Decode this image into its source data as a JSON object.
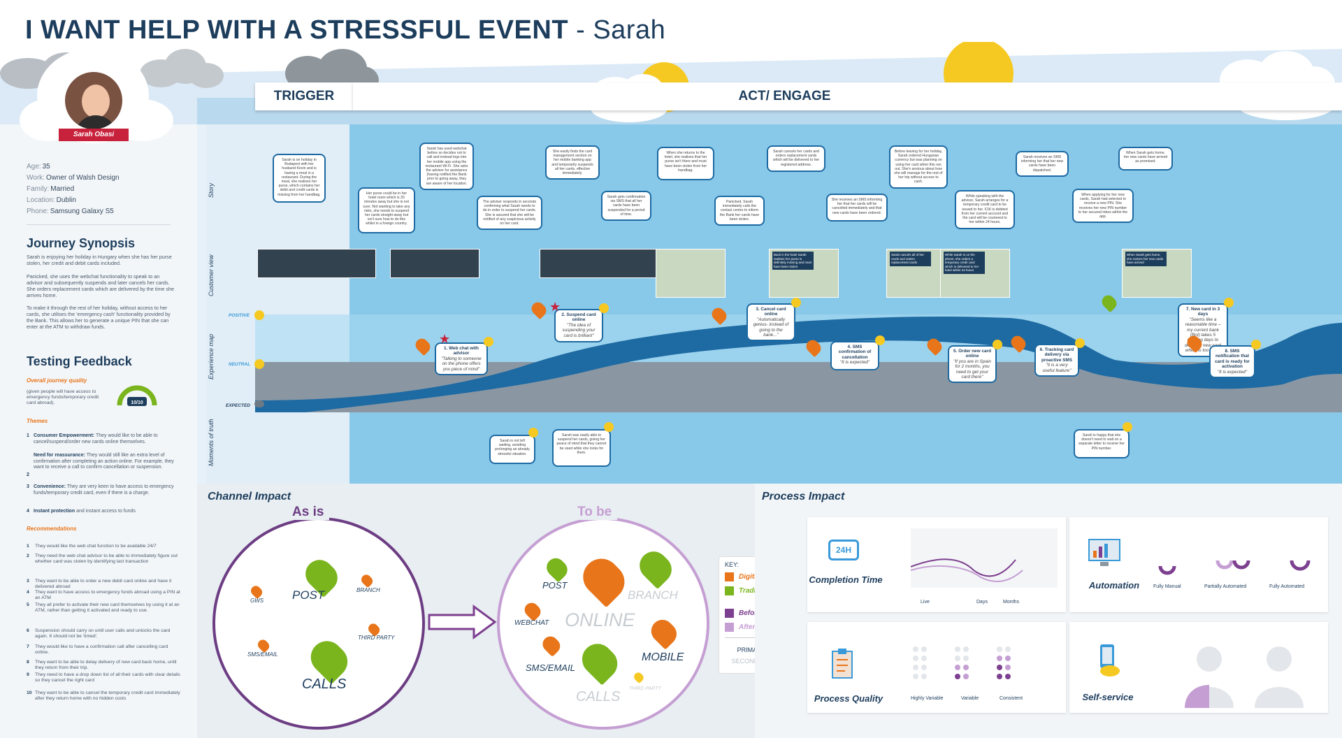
{
  "title": {
    "main": "I WANT HELP WITH A STRESSFUL EVENT",
    "suffix": " - Sarah"
  },
  "persona": {
    "name": "Sarah Obasi",
    "fields": [
      {
        "k": "Age:",
        "v": "35"
      },
      {
        "k": "Work:",
        "v": "Owner of Walsh Design"
      },
      {
        "k": "Family:",
        "v": "Married"
      },
      {
        "k": "Location:",
        "v": "Dublin"
      },
      {
        "k": "Phone:",
        "v": "Samsung Galaxy S5"
      }
    ]
  },
  "synopsis": {
    "title": "Journey Synopsis",
    "p1": "Sarah is enjoying her holiday in Hungary when she has her purse stolen, her credit and debit cards included.",
    "p2": "Panicked, she uses the webchat functionality to speak to an advisor and subsequently suspends and later cancels her cards. She orders replacement cards which are delivered by the time she arrives home.",
    "p3": "To make it through the rest of her holiday, without access to her cards, she utilises the 'emergency cash' functionality provided by the Bank. This allows her to generate a unique PIN that she can enter at the ATM to withdraw funds."
  },
  "feedback": {
    "title": "Testing Feedback",
    "quality_label": "Overall journey quality",
    "quality_note": "(given people will have access to emergency funds/temporary credit card abroad).",
    "score": "10/10",
    "themes_label": "Themes",
    "themes": [
      {
        "n": "1",
        "b": "Consumer Empowerment:",
        "t": " They would like to be able to cancel/suspend/order new cards online themselves."
      },
      {
        "n": "",
        "b": "Need for reassurance:",
        "t": " They would still like an extra level of confirmation  after completing an action online. For example, they want to receive a call to confirm cancellation or suspension."
      },
      {
        "n": "2",
        "b": "",
        "t": ""
      },
      {
        "n": "3",
        "b": "Convenience:",
        "t": " They are very keen to have access to emergency funds/temporary credit card, even if there is a charge."
      },
      {
        "n": "4",
        "b": "Instant protection",
        "t": " and instant access to funds"
      }
    ],
    "rec_label": "Recommendations",
    "recs": [
      {
        "n": "1",
        "t": "They would like the web chat function to be available 24/7"
      },
      {
        "n": "2",
        "t": "They need the web chat advisor to be able to immediately figure out whether card was stolen by identifying last transaction"
      },
      {
        "n": "3",
        "t": "They want to be able to order a new debit card online and have it delivered abroad"
      },
      {
        "n": "4",
        "t": "They want to have access to emergency funds abroad using a PIN at an ATM"
      },
      {
        "n": "5",
        "t": "They all prefer to activate their  new card themselves by using it at an ATM, rather than getting it activated and ready to use."
      },
      {
        "n": "6",
        "t": "Suspension should carry on until user calls and unlocks the card again. It should not be 'timed'."
      },
      {
        "n": "7",
        "t": "They would like to have a confirmation call after cancelling card online."
      },
      {
        "n": "8",
        "t": "They want to be able to delay delivery of new card back home, until they return from their trip."
      },
      {
        "n": "9",
        "t": "They need to have a drop down list of all their cards with clear details so they cancel the right card"
      },
      {
        "n": "10",
        "t": "They want to be able to cancel the temporary credit card immediately after they return home with no hidden costs"
      }
    ]
  },
  "stages": {
    "trigger": "TRIGGER",
    "act": "ACT/ ENGAGE"
  },
  "rows": {
    "story": "Story",
    "customer": "Customer view",
    "experience": "Experience map",
    "moments": "Moments of truth"
  },
  "levels": {
    "positive": "POSITIVE",
    "neutral": "NEUTRAL",
    "expected": "EXPECTED"
  },
  "stories": [
    "Sarah is on holiday in Budapest with her husband Kevin and is having a meal in a restaurant. During the meal, she realises her purse, which contains her debit and credit cards is missing from her handbag.",
    "Her purse could be in her hotel room which is 20 minutes away but she is not sure. Not wanting to take any risks, she needs to suspend her cards straight away but isn't sure how to do this whilst in a foreign country.",
    "Sarah has used webchat before so decides not to call and instead logs into her mobile app using the restaurant Wi-Fi. She asks the advisor for assistance (having notified the Bank prior to going away, they are aware of her location.",
    "The advisor responds in seconds confirming what Sarah needs to do in order to suspend her cards. She is assured that she will be notified of any suspicious activity on her card.",
    "She easily finds the card management section on her mobile banking app and temporarily suspends all her cards, effective immediately.",
    "Sarah gets confirmation via SMS that all her cards have been suspended for a period of time.",
    "When she returns to the hotel, she realises that her purse isn't there and must have been stolen from her handbag.",
    "Panicked, Sarah immediately calls the contact centre to inform the Bank her cards have been stolen.",
    "Sarah cancels her cards and orders replacement cards which will be delivered to her registered address.",
    "She receives an SMS informing her that her cards will be cancelled immediately and that new cards have been ordered.",
    "Before leaving for her holiday, Sarah ordered Hungarian currency but was planning on using her card when this ran out. She's anxious about how she will manage for the rest of her trip without access to cash.",
    "While speaking with the advisor, Sarah arranges for a temporary credit card to be issued to her. €1K is debited from her current account and the card will be couriered to her within 24 hours.",
    "Sarah receives an SMS informing her that her new cards have been dispatched.",
    "When applying for her new cards, Sarah had selected to receive a new PIN. She receives her new PIN number to her secured inbox within the app.",
    "When Sarah gets home, her new cards have arrived as promised."
  ],
  "shots": [
    "",
    "",
    "",
    "",
    "Back in the hotel Sarah realises her purse is definitely missing and must have been stolen",
    "Sarah cancels all of her cards and orders replacement cards",
    "While Sarah is on the phone, she orders a temporary credit card which is delivered to her hotel within 24 hours",
    "When Sarah gets home, she notices her new cards have arrived"
  ],
  "touchpoints": [
    {
      "t": "1. Web chat with advisor",
      "q": "\"Talking to someone on the phone offers you piece of mind\""
    },
    {
      "t": "2. Suspend card online",
      "q": "\"The idea of suspending your card is brilliant\""
    },
    {
      "t": "3. Cancel card online",
      "q": "\"Automatically genius- instead of going to the  bank...\""
    },
    {
      "t": "4. SMS confirmation of cancellation",
      "q": "\"It is expected\""
    },
    {
      "t": "5. Order new card online",
      "q": "\"If you are in Spain for 2 months, you need to get your card there\""
    },
    {
      "t": "6. Tracking card delivery via proactive SMS",
      "q": "\"It is a very useful feature\""
    },
    {
      "t": "7. New card in 3 days",
      "q": "\"Seems like a reasonable time – my current bank (BoI) takes 5 working days to deliver a new card which is too slow\""
    },
    {
      "t": "8. SMS notification that card is ready for activation",
      "q": "\"It is expected\""
    }
  ],
  "moments": [
    "Sarah is not left waiting, avoiding prolonging an already stressful situation.",
    "Sarah was easily able to suspend her cards, giving her peace of mind that they cannot be used while she looks for them.",
    "Sarah is happy that she doesn't need to wait on a separate letter to receive her PIN number."
  ],
  "channel": {
    "title": "Channel Impact",
    "as_is": "As is",
    "to_be": "To be",
    "as_is_items": [
      "POST",
      "BRANCH",
      "GWS",
      "THIRD PARTY",
      "SMS/EMAIL",
      "CALLS"
    ],
    "to_be_items": [
      "POST",
      "ONLINE",
      "BRANCH",
      "WEBCHAT",
      "MOBILE",
      "SMS/EMAIL",
      "CALLS",
      "THIRD PARTY"
    ],
    "key": {
      "title": "KEY:",
      "digital": "Digital",
      "traditional": "Traditional",
      "before": "Before",
      "after": "After",
      "primary": "PRIMARY",
      "secondary": "SECONDARY"
    },
    "colors": {
      "digital": "#e8751a",
      "traditional": "#7ab51d",
      "before": "#7d3f8f",
      "after": "#c59fd3"
    }
  },
  "process": {
    "title": "Process Impact",
    "completion": {
      "title": "Completion Time",
      "icon": "24H",
      "labels": [
        "Live",
        "Days",
        "Months"
      ]
    },
    "automation": {
      "title": "Automation",
      "labels": [
        "Fully Manual",
        "Partially Automated",
        "Fully Automated"
      ]
    },
    "quality": {
      "title": "Process Quality",
      "labels": [
        "Highly Variable",
        "Variable",
        "Consistent"
      ]
    },
    "self_service": {
      "title": "Self-service"
    }
  }
}
